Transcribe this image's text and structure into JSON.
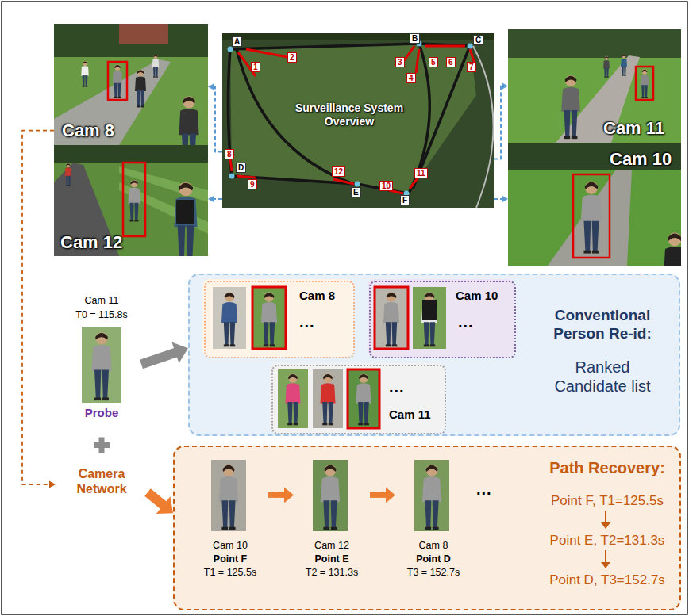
{
  "diagram": {
    "nodes": [
      {
        "text": [
          "Cam 8"
        ]
      },
      {
        "text": [
          "Cam 12"
        ]
      },
      {
        "text": [
          "Surveillance System Overview"
        ]
      },
      {
        "text": [
          "Cam 11"
        ]
      },
      {
        "text": [
          "Cam 10"
        ]
      },
      {
        "text": [
          "Cam 11",
          "T0 = 115.8s",
          "Probe"
        ]
      },
      {
        "text": [
          "Camera Network"
        ]
      },
      {
        "text": [
          "Conventional Person Re-id:",
          "Ranked Candidate list"
        ]
      },
      {
        "text": [
          "Cam 8",
          "..."
        ],
        "in": 7
      },
      {
        "text": [
          "Cam 10",
          "..."
        ],
        "in": 7
      },
      {
        "text": [
          "Cam 11",
          "..."
        ],
        "in": 7
      },
      {
        "text": [
          "Path Recovery:",
          "Point F, T1=125.5s",
          "Point E, T2=131.3s",
          "Point D, T3=152.7s"
        ]
      },
      {
        "text": [
          "Cam 10",
          "Point F",
          "T1 = 125.5s"
        ],
        "in": 11
      },
      {
        "text": [
          "Cam 12",
          "Point E",
          "T2 = 131.3s"
        ],
        "in": 11
      },
      {
        "text": [
          "Cam 8",
          "Point D",
          "T3 = 152.7s"
        ],
        "in": 11
      }
    ],
    "edges": [
      {
        "from": 2,
        "to": 0,
        "arrow": "to"
      },
      {
        "from": 2,
        "to": 1,
        "arrow": "to"
      },
      {
        "from": 2,
        "to": 3,
        "arrow": "to"
      },
      {
        "from": 2,
        "to": 4,
        "arrow": "to"
      },
      {
        "from": 0,
        "to": 6,
        "arrow": "to"
      },
      {
        "from": 5,
        "to": 7,
        "arrow": "to"
      },
      {
        "from": 6,
        "to": 11,
        "arrow": "to"
      },
      {
        "from": 12,
        "to": 13,
        "arrow": "to"
      },
      {
        "from": 13,
        "to": 14,
        "arrow": "to"
      }
    ],
    "labels": [
      "1",
      "2",
      "3",
      "4",
      "5",
      "6",
      "7",
      "8",
      "9",
      "10",
      "11",
      "12",
      "A",
      "B",
      "C",
      "D",
      "E",
      "F",
      "..."
    ]
  }
}
